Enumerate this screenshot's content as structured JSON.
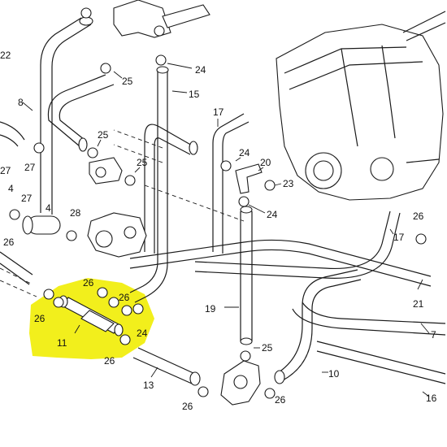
{
  "diagram": {
    "highlight_color": "#f2ef1c",
    "callouts": [
      {
        "id": "c22",
        "text": "22"
      },
      {
        "id": "c25a",
        "text": "25"
      },
      {
        "id": "c24a",
        "text": "24"
      },
      {
        "id": "c15",
        "text": "15"
      },
      {
        "id": "c17a",
        "text": "17"
      },
      {
        "id": "c8",
        "text": "8"
      },
      {
        "id": "c25b",
        "text": "25"
      },
      {
        "id": "c27a",
        "text": "27"
      },
      {
        "id": "c25c",
        "text": "25"
      },
      {
        "id": "c24b",
        "text": "24"
      },
      {
        "id": "c20",
        "text": "20"
      },
      {
        "id": "c23",
        "text": "23"
      },
      {
        "id": "c27b",
        "text": "27"
      },
      {
        "id": "c4a",
        "text": "4"
      },
      {
        "id": "c27c",
        "text": "27"
      },
      {
        "id": "c4b",
        "text": "4"
      },
      {
        "id": "c28",
        "text": "28"
      },
      {
        "id": "c26a",
        "text": "26"
      },
      {
        "id": "c24c",
        "text": "24"
      },
      {
        "id": "c26b",
        "text": "26"
      },
      {
        "id": "c17b",
        "text": "17"
      },
      {
        "id": "c26c",
        "text": "26"
      },
      {
        "id": "c21",
        "text": "21"
      },
      {
        "id": "c26d",
        "text": "26"
      },
      {
        "id": "c19",
        "text": "19"
      },
      {
        "id": "c7",
        "text": "7"
      },
      {
        "id": "c26e",
        "text": "26"
      },
      {
        "id": "c11",
        "text": "11"
      },
      {
        "id": "c24d",
        "text": "24"
      },
      {
        "id": "c26f",
        "text": "26"
      },
      {
        "id": "c25d",
        "text": "25"
      },
      {
        "id": "c10",
        "text": "10"
      },
      {
        "id": "c13",
        "text": "13"
      },
      {
        "id": "c26g",
        "text": "26"
      },
      {
        "id": "c26h",
        "text": "26"
      },
      {
        "id": "c16",
        "text": "16"
      }
    ]
  }
}
